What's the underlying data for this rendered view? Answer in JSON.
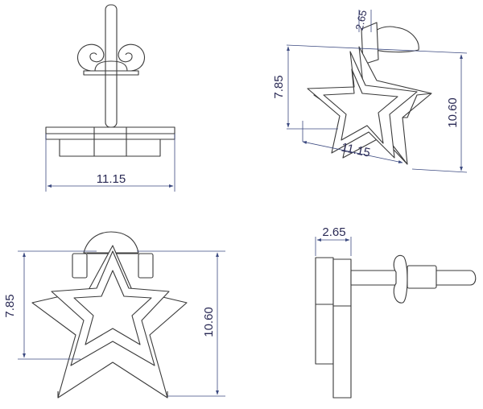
{
  "colors": {
    "outline": "#3a3a3a",
    "dimension": "#3c4a80",
    "background": "#ffffff"
  },
  "views": {
    "top": {
      "width_label": "11.15"
    },
    "isometric": {
      "thickness_label": "2.65",
      "inner_label": "7.85",
      "outer_label": "10.60",
      "width_label": "11.15"
    },
    "front": {
      "inner_label": "7.85",
      "outer_label": "10.60"
    },
    "side": {
      "thickness_label": "2.65"
    }
  }
}
